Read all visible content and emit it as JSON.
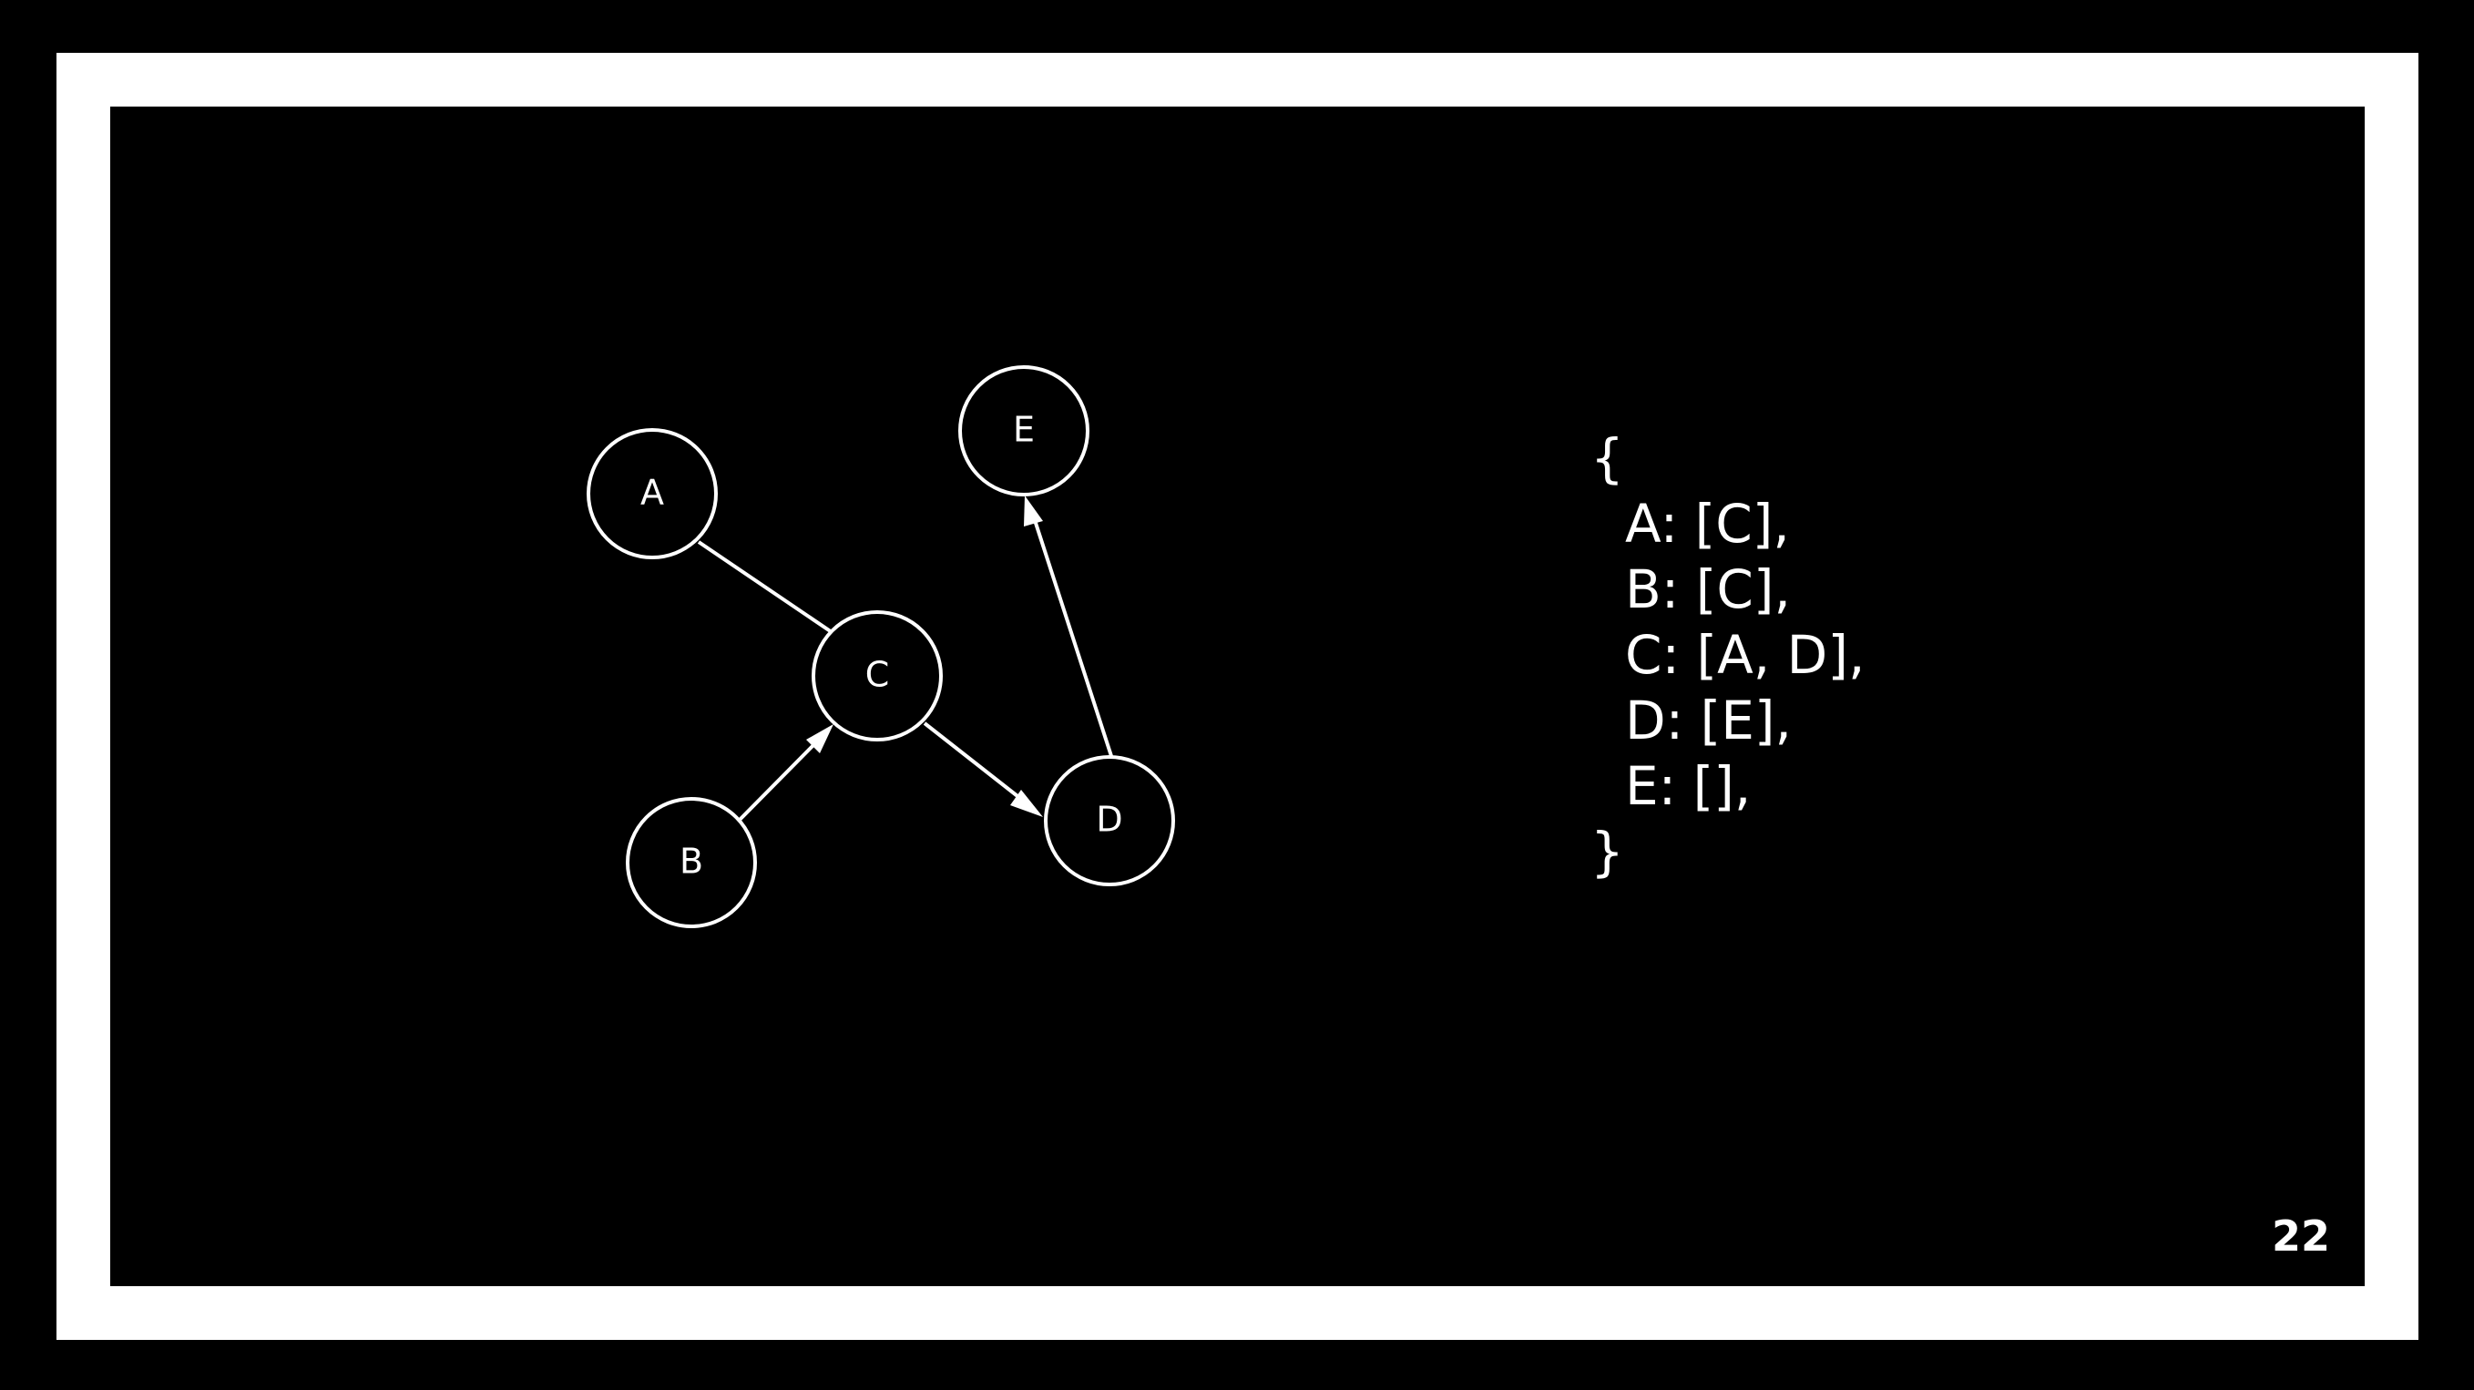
{
  "colors": {
    "background": "#000000",
    "frame": "#ffffff",
    "foreground": "#ffffff"
  },
  "graph": {
    "nodes": [
      {
        "id": "A",
        "label": "A"
      },
      {
        "id": "B",
        "label": "B"
      },
      {
        "id": "C",
        "label": "C"
      },
      {
        "id": "D",
        "label": "D"
      },
      {
        "id": "E",
        "label": "E"
      }
    ],
    "edges": [
      {
        "from": "A",
        "to": "C",
        "arrow": false
      },
      {
        "from": "B",
        "to": "C",
        "arrow": true
      },
      {
        "from": "C",
        "to": "D",
        "arrow": true
      },
      {
        "from": "D",
        "to": "E",
        "arrow": true
      }
    ]
  },
  "adjacency": {
    "open_brace": "{",
    "lines": [
      "A: [C],",
      "B: [C],",
      "C: [A, D],",
      "D: [E],",
      "E: [],"
    ],
    "close_brace": "}"
  },
  "slide_number": "22"
}
